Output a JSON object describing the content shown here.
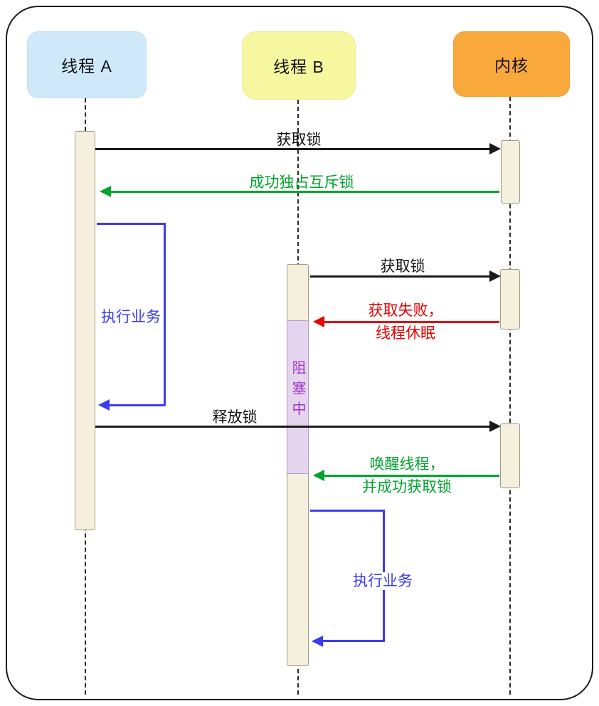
{
  "actors": {
    "thread_a": {
      "label": "线程 A"
    },
    "thread_b": {
      "label": "线程 B"
    },
    "kernel": {
      "label": "内核"
    }
  },
  "messages": {
    "acquire_lock_a": "获取锁",
    "acquire_success": "成功独占互斥锁",
    "exec_business_a": "执行业务",
    "acquire_lock_b": "获取锁",
    "acquire_fail_line1": "获取失败，",
    "acquire_fail_line2": "线程休眠",
    "blocking": "阻塞中",
    "release_lock": "释放锁",
    "wake_line1": "唤醒线程，",
    "wake_line2": "并成功获取锁",
    "exec_business_b": "执行业务"
  },
  "colors": {
    "thread_a_fill": "#cfe9fa",
    "thread_b_fill": "#f7f7a0",
    "kernel_fill": "#f9a93c",
    "success": "#00a32e",
    "failure": "#e60000",
    "business": "#3b3bef",
    "blocking_text": "#a234c4",
    "blocking_fill": "#e5d4ee",
    "activation_fill": "#f5f0dd",
    "line": "#1a1a1a"
  }
}
